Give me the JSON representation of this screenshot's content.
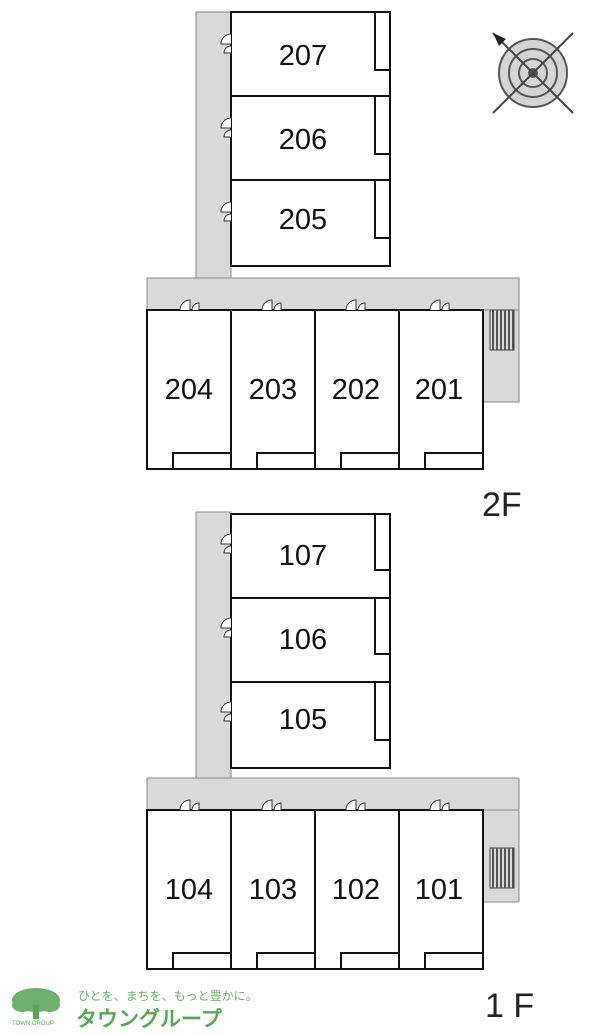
{
  "floors": [
    {
      "label": "2F",
      "units": [
        "207",
        "206",
        "205",
        "204",
        "203",
        "202",
        "201"
      ]
    },
    {
      "label": "1 F",
      "units": [
        "107",
        "106",
        "105",
        "104",
        "103",
        "102",
        "101"
      ]
    }
  ],
  "compass": {
    "icon": "compass-rose-icon"
  },
  "logo": {
    "tagline": "ひとを、まちを、もっと豊かに。",
    "name": "タウングループ",
    "en": "TOWN GROUP",
    "color": "#5aa35a"
  },
  "colors": {
    "corridor": "#d9d9d9",
    "wall": "#111111"
  }
}
